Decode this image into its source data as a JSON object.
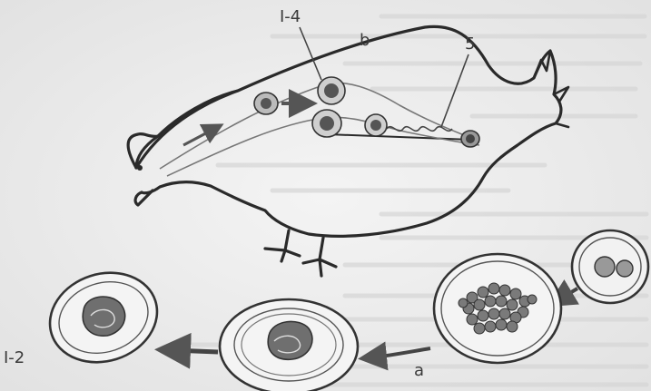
{
  "diagram": {
    "labels": {
      "stage_1_4": "I-4",
      "b": "b",
      "five": "5",
      "a": "a",
      "stage_1_2": "I-2"
    }
  }
}
